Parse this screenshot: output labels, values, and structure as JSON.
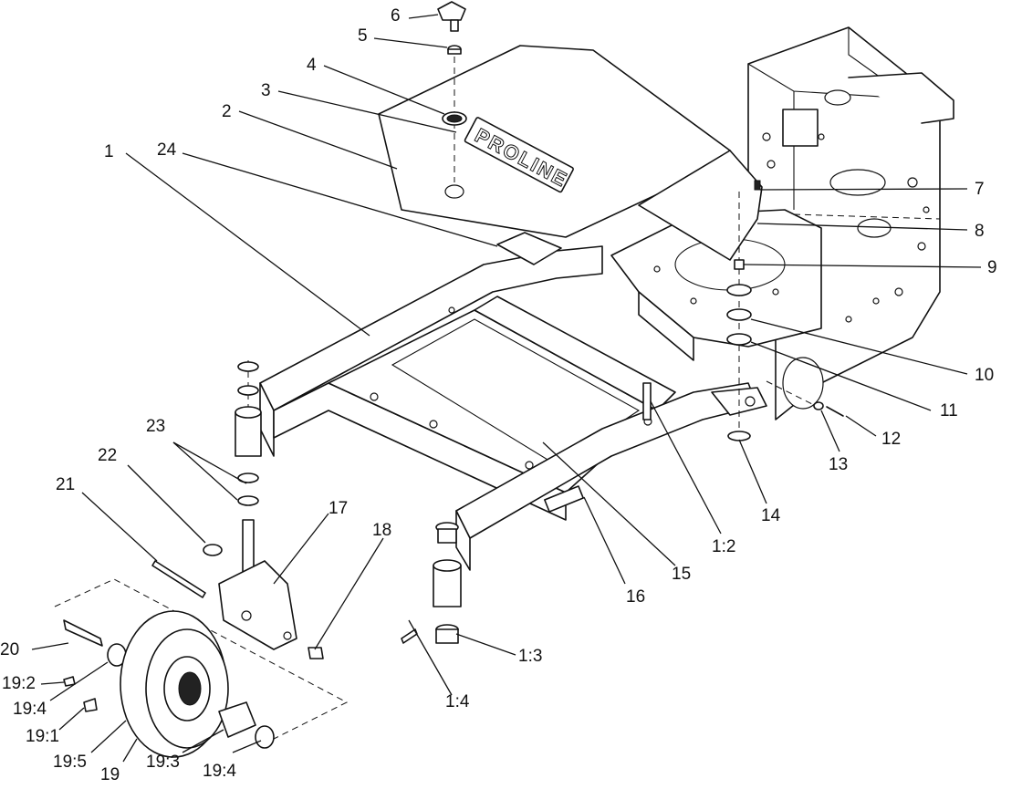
{
  "brand_text": "PROLINE",
  "callouts": [
    {
      "id": "6",
      "label": "6"
    },
    {
      "id": "5",
      "label": "5"
    },
    {
      "id": "4",
      "label": "4"
    },
    {
      "id": "3",
      "label": "3"
    },
    {
      "id": "2",
      "label": "2"
    },
    {
      "id": "24",
      "label": "24"
    },
    {
      "id": "1",
      "label": "1"
    },
    {
      "id": "7",
      "label": "7"
    },
    {
      "id": "8",
      "label": "8"
    },
    {
      "id": "9",
      "label": "9"
    },
    {
      "id": "10",
      "label": "10"
    },
    {
      "id": "11",
      "label": "11"
    },
    {
      "id": "12",
      "label": "12"
    },
    {
      "id": "13",
      "label": "13"
    },
    {
      "id": "14",
      "label": "14"
    },
    {
      "id": "15",
      "label": "15"
    },
    {
      "id": "1-2",
      "label": "1:2"
    },
    {
      "id": "16",
      "label": "16"
    },
    {
      "id": "17",
      "label": "17"
    },
    {
      "id": "18",
      "label": "18"
    },
    {
      "id": "23",
      "label": "23"
    },
    {
      "id": "22",
      "label": "22"
    },
    {
      "id": "21",
      "label": "21"
    },
    {
      "id": "20",
      "label": "20"
    },
    {
      "id": "19-2",
      "label": "19:2"
    },
    {
      "id": "19-4a",
      "label": "19:4"
    },
    {
      "id": "19-1",
      "label": "19:1"
    },
    {
      "id": "19-5",
      "label": "19:5"
    },
    {
      "id": "19",
      "label": "19"
    },
    {
      "id": "19-3",
      "label": "19:3"
    },
    {
      "id": "19-4b",
      "label": "19:4"
    },
    {
      "id": "1-3",
      "label": "1:3"
    },
    {
      "id": "1-4",
      "label": "1:4"
    }
  ]
}
